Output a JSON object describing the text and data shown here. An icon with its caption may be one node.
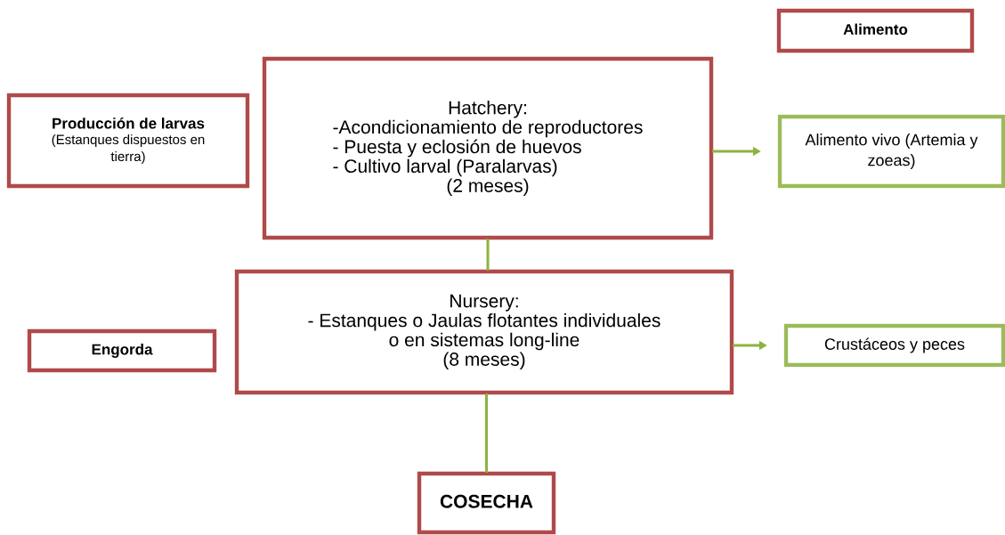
{
  "diagram": {
    "nodes": [
      {
        "text": [
          "Alimento"
        ]
      },
      {
        "text": [
          "Producción de larvas",
          "(Estanques dispuestos en tierra)"
        ]
      },
      {
        "text": [
          "Hatchery:",
          "-Acondicionamiento de reproductores",
          "- Puesta y eclosión de huevos",
          "- Cultivo larval (Paralarvas)",
          "(2  meses)"
        ]
      },
      {
        "text": [
          "Alimento vivo (Artemia y zoeas)"
        ]
      },
      {
        "text": [
          "Engorda"
        ]
      },
      {
        "text": [
          "Nursery:",
          "- Estanques o Jaulas flotantes individuales",
          "o  en sistemas long-line",
          "(8 meses)"
        ]
      },
      {
        "text": [
          "Crustáceos y peces"
        ]
      },
      {
        "text": [
          "COSECHA"
        ]
      }
    ],
    "edges": [
      {
        "from": 2,
        "to": 3,
        "arrow": "to"
      },
      {
        "from": 2,
        "to": 5,
        "arrow": "none"
      },
      {
        "from": 5,
        "to": 6,
        "arrow": "to"
      },
      {
        "from": 5,
        "to": 7,
        "arrow": "none"
      }
    ]
  }
}
